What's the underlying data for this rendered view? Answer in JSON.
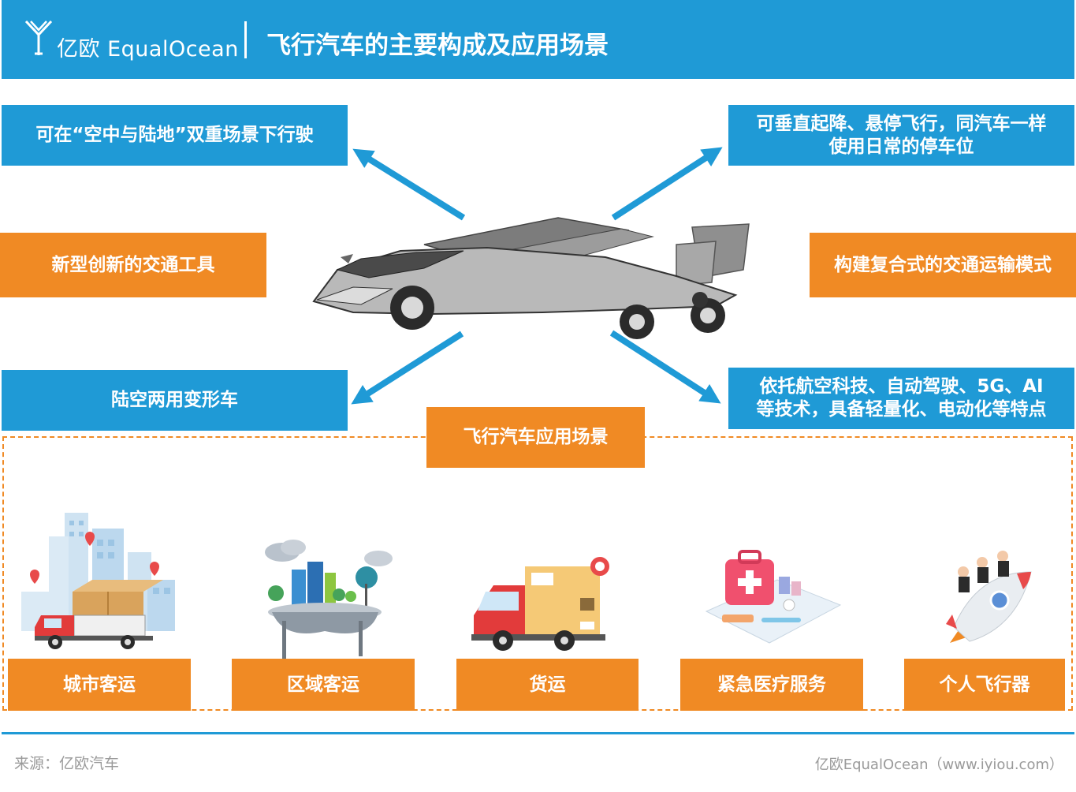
{
  "header": {
    "logo_text": "亿欧 EqualOcean",
    "title": "飞行汽车的主要构成及应用场景"
  },
  "features": {
    "top_left": "可在“空中与陆地”双重场景下行驶",
    "mid_left": "新型创新的交通工具",
    "bottom_left": "陆空两用变形车",
    "top_right_line1": "可垂直起降、悬停飞行，同汽车一样",
    "top_right_line2": "使用日常的停车位",
    "mid_right": "构建复合式的交通运输模式",
    "bottom_right_line1": "依托航空科技、自动驾驶、5G、AI",
    "bottom_right_line2": "等技术，具备轻量化、电动化等特点"
  },
  "scenarios": {
    "title": "飞行汽车应用场景",
    "items": [
      {
        "label": "城市客运",
        "icon": "city-truck-icon"
      },
      {
        "label": "区域客运",
        "icon": "floating-island-icon"
      },
      {
        "label": "货运",
        "icon": "delivery-truck-icon"
      },
      {
        "label": "紧急医疗服务",
        "icon": "medical-kit-icon"
      },
      {
        "label": "个人飞行器",
        "icon": "rocket-riders-icon"
      }
    ]
  },
  "footer": {
    "source": "来源：亿欧汽车",
    "credit": "亿欧EqualOcean（www.iyiou.com）"
  },
  "colors": {
    "blue": "#1f9ad6",
    "orange": "#f08a24"
  }
}
